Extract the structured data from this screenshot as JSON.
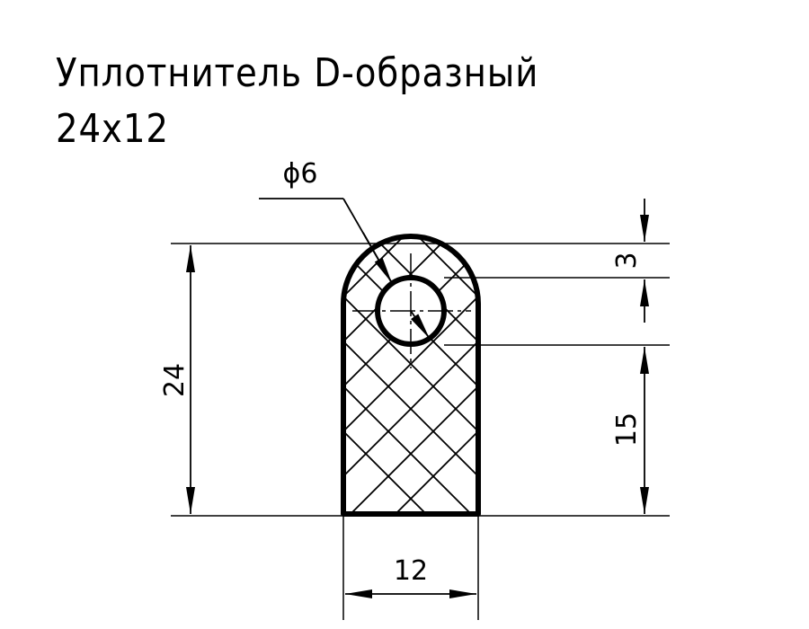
{
  "title": {
    "line1": "Уплотнитель D-образный",
    "line2": "24x12"
  },
  "dimensions": {
    "diameter": "ϕ6",
    "top_offset": "3",
    "lower_height": "15",
    "total_height": "24",
    "width": "12"
  },
  "colors": {
    "line": "#000000",
    "background": "#ffffff"
  }
}
